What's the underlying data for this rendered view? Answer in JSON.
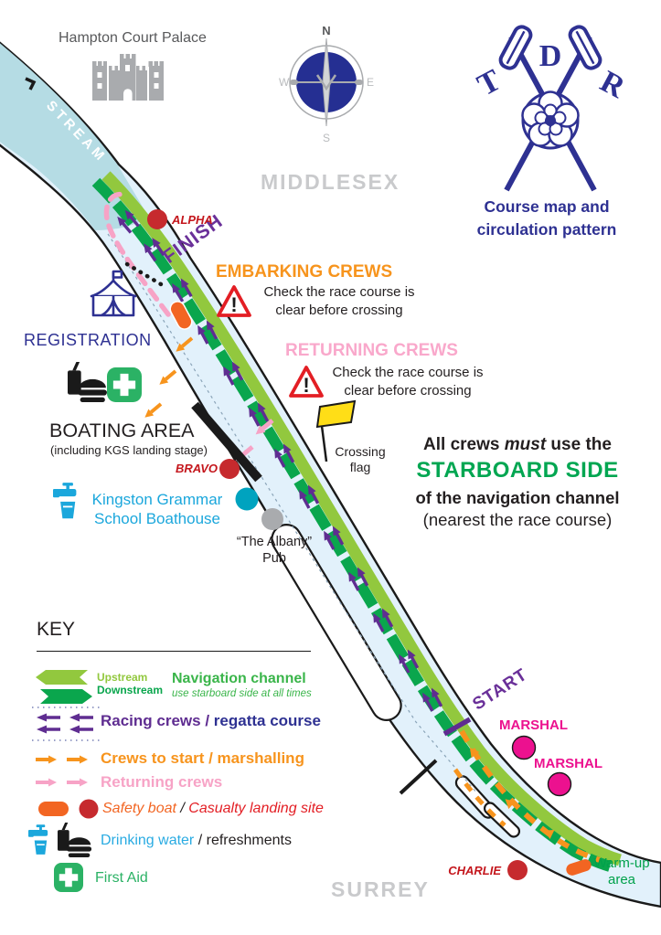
{
  "title": {
    "hampton": "Hampton Court Palace",
    "course_map_line1": "Course map and",
    "course_map_line2": "circulation pattern"
  },
  "regions": {
    "middlesex": "MIDDLESEX",
    "surrey": "SURREY",
    "stream": "STREAM"
  },
  "compass": {
    "n": "N",
    "e": "E",
    "s": "S",
    "w": "W"
  },
  "logo": {
    "t": "T",
    "d": "D",
    "r": "R"
  },
  "course": {
    "finish": "FINISH",
    "start": "START",
    "registration": "REGISTRATION",
    "boating_area": "BOATING AREA",
    "boating_area_sub": "(including KGS landing stage)",
    "kgs_line1": "Kingston Grammar",
    "kgs_line2": "School Boathouse",
    "albany_line1": "“The Albany”",
    "albany_line2": "Pub",
    "crossing_flag_line1": "Crossing",
    "crossing_flag_line2": "flag",
    "warmup_line1": "Warm-up",
    "warmup_line2": "area",
    "marshal": "MARSHAL",
    "alpha": "ALPHA",
    "bravo": "BRAVO",
    "charlie": "CHARLIE"
  },
  "warnings": {
    "embarking": "EMBARKING CREWS",
    "returning": "RETURNING CREWS",
    "check_line1": "Check the race course is",
    "check_line2": "clear before crossing",
    "exclamation": "!"
  },
  "notice": {
    "line1_pre": "All crews ",
    "line1_italic": "must",
    "line1_post": " use the",
    "line2": "STARBOARD SIDE",
    "line3": "of the navigation channel",
    "line4": "(nearest the race course)"
  },
  "key": {
    "heading": "KEY",
    "upstream": "Upstream",
    "downstream": "Downstream",
    "nav_channel": "Navigation channel",
    "nav_channel_sub": "use starboard side at all times",
    "racing_part1": "Racing crews / ",
    "racing_part2": "regatta course",
    "to_start": "Crews to start / marshalling",
    "returning": "Returning crews",
    "safety_part1": "Safety boat",
    "safety_sep": " / ",
    "safety_part2": "Casualty landing site",
    "water_part1": "Drinking water",
    "water_sep": " / ",
    "water_part2": "refreshments",
    "first_aid": "First Aid"
  },
  "colors": {
    "navy": "#2E3192",
    "purple": "#5F2D91",
    "purpletext": "#6A3099",
    "orange": "#F7941D",
    "orangered": "#F26522",
    "pink": "#F7A3C6",
    "pinktext": "#F9A8CB",
    "red": "#E31E24",
    "crimson": "#C62A2E",
    "redlabel": "#C4161C",
    "magenta": "#EC118F",
    "cyan": "#1BA7DC",
    "tealdot": "#00A3BF",
    "greendark": "#0AA64D",
    "greenlight": "#92C83E",
    "greentext": "#00A651",
    "greenaid": "#2BB265",
    "grayregion": "#C9CACC",
    "grayicon": "#A9ABAE",
    "river": "#E2F1FB",
    "stream": "#B5DCE4",
    "ink": "#231F20"
  }
}
